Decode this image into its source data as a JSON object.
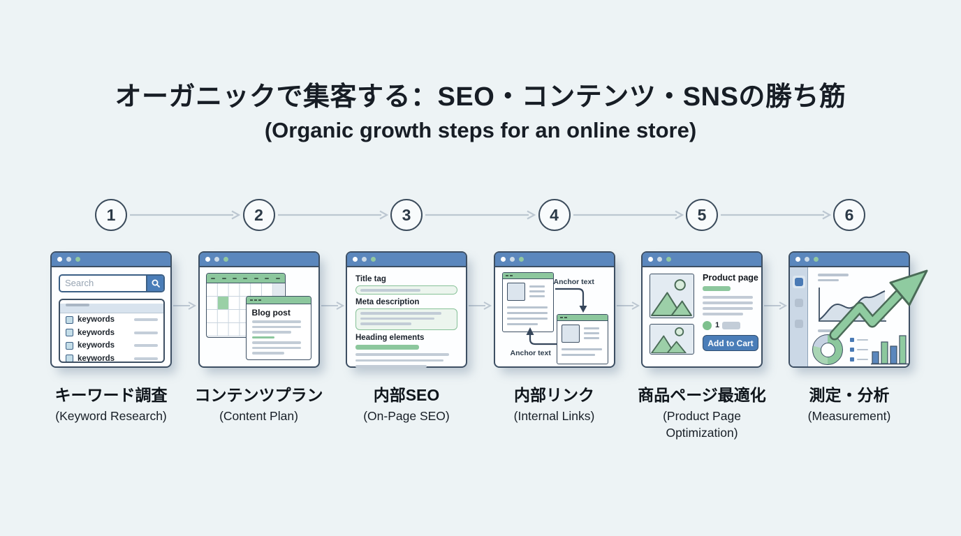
{
  "title": {
    "main": "オーガニックで集客する：SEO・コンテンツ・SNSの勝ち筋",
    "sub": "(Organic growth steps for an online store)"
  },
  "steps": [
    {
      "number": "1",
      "label_jp": "キーワード調査",
      "label_en": "(Keyword Research)"
    },
    {
      "number": "2",
      "label_jp": "コンテンツプラン",
      "label_en": "(Content Plan)"
    },
    {
      "number": "3",
      "label_jp": "内部SEO",
      "label_en": "(On-Page SEO)"
    },
    {
      "number": "4",
      "label_jp": "内部リンク",
      "label_en": "(Internal Links)"
    },
    {
      "number": "5",
      "label_jp": "商品ページ最適化",
      "label_en": "(Product Page Optimization)"
    },
    {
      "number": "6",
      "label_jp": "測定・分析",
      "label_en": "(Measurement)"
    }
  ],
  "windows": {
    "keyword_research": {
      "search_placeholder": "Search",
      "rows": [
        "keywords",
        "keywords",
        "keywords",
        "keywords"
      ]
    },
    "content_plan": {
      "card_title": "Blog post"
    },
    "onpage_seo": {
      "field1": "Title tag",
      "field2": "Meta description",
      "field3": "Heading elements"
    },
    "internal_links": {
      "anchor_top": "Anchor text",
      "anchor_bottom": "Anchor text"
    },
    "product_page": {
      "heading": "Product page",
      "quantity": "1",
      "add_to_cart": "Add to Cart"
    },
    "measurement": {}
  },
  "colors": {
    "background": "#edf3f5",
    "titlebar_blue": "#5b87bd",
    "accent_green": "#8cc79d",
    "button_blue": "#4a7db8",
    "outline_slate": "#3d4f63",
    "connector_gray": "#bcc7d1"
  }
}
